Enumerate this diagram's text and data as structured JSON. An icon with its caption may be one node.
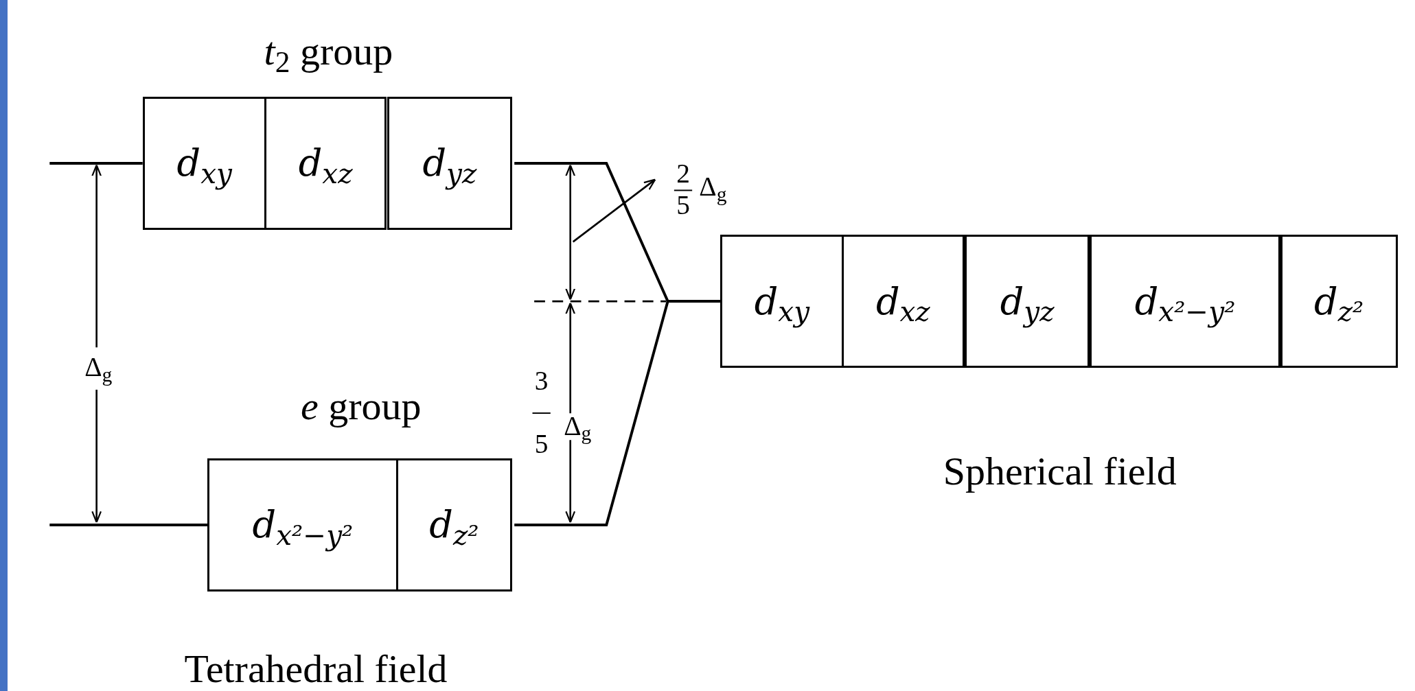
{
  "diagram": {
    "nodes": [
      {
        "text": [
          "*t*$_{2}$ group"
        ]
      },
      {
        "text": [
          "d$_{xy}$"
        ],
        "in": 0
      },
      {
        "text": [
          "d$_{xz}$"
        ],
        "in": 0
      },
      {
        "text": [
          "d$_{yz}$"
        ],
        "in": 0
      },
      {
        "text": [
          "*e* group"
        ]
      },
      {
        "text": [
          "d$_{x²−y²}$"
        ],
        "in": 4
      },
      {
        "text": [
          "d$_{z²}$"
        ],
        "in": 4
      },
      {
        "text": [
          "Spherical field"
        ]
      },
      {
        "text": [
          "d$_{xy}$"
        ],
        "in": 7
      },
      {
        "text": [
          "d$_{xz}$"
        ],
        "in": 7
      },
      {
        "text": [
          "d$_{yz}$"
        ],
        "in": 7
      },
      {
        "text": [
          "d$_{x²−y²}$"
        ],
        "in": 7
      },
      {
        "text": [
          "d$_{z²}$"
        ],
        "in": 7
      }
    ],
    "edges": [
      {
        "from": 0,
        "to": 7,
        "arrow": "none"
      },
      {
        "from": 4,
        "to": 7,
        "arrow": "none"
      },
      {
        "from": null,
        "to": 0,
        "arrow": "none"
      },
      {
        "from": null,
        "to": 4,
        "arrow": "none"
      }
    ],
    "labels": [
      "2",
      "5",
      "Δ$_{g}$",
      "Δ$_{g}$",
      "3",
      "5",
      "Δ$_{g}$",
      "Tetrahedral field"
    ]
  }
}
